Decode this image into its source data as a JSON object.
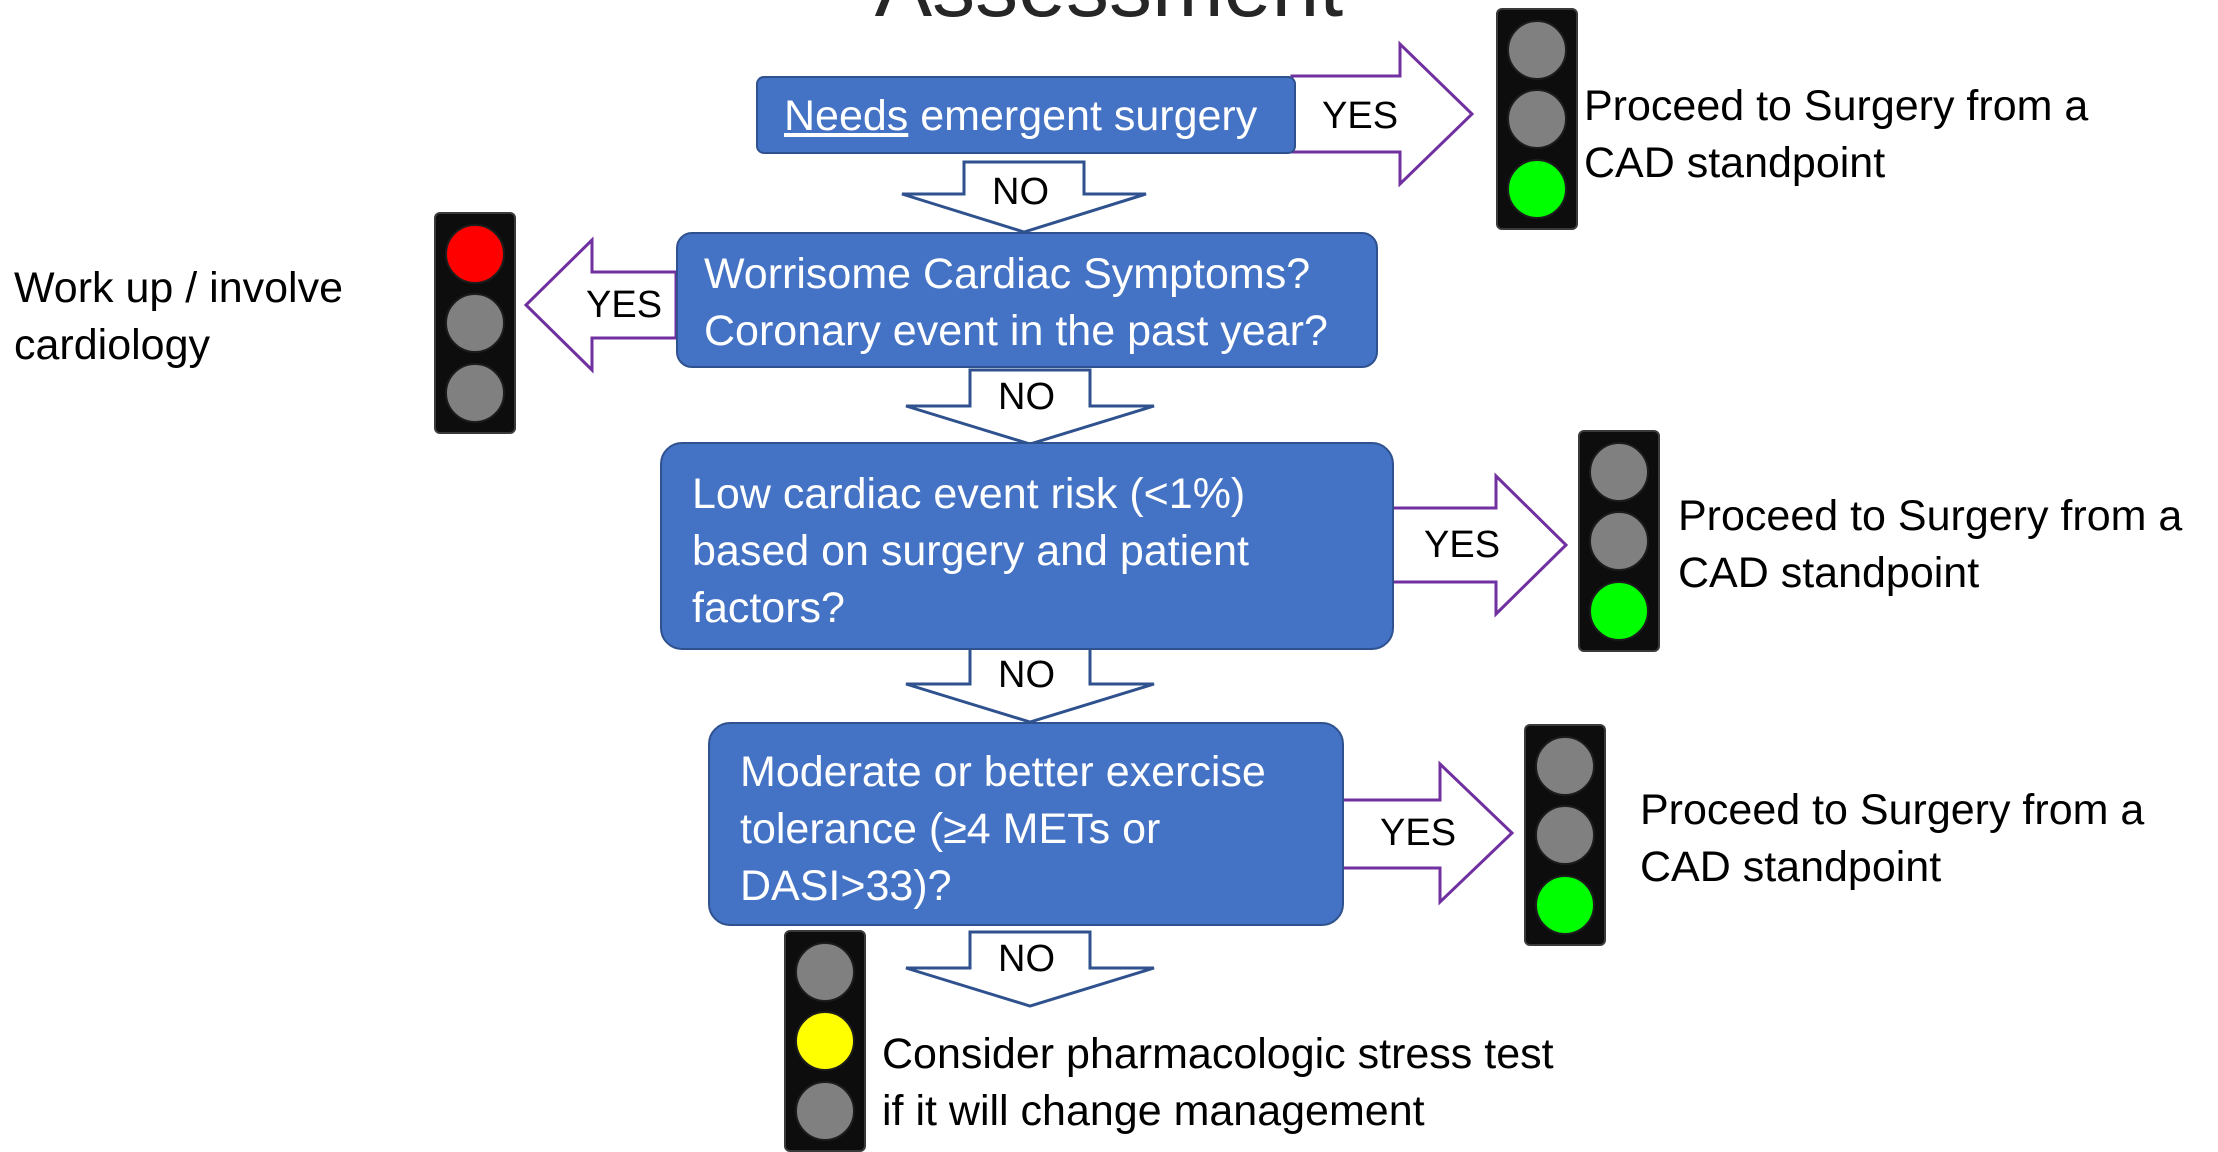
{
  "title": "Assessment",
  "colors": {
    "box_fill": "#4472c4",
    "box_border": "#2f528f",
    "yes_arrow_stroke": "#7030a0",
    "no_arrow_stroke": "#2f528f",
    "light_red": "#ff0000",
    "light_yellow": "#ffff00",
    "light_green": "#00ff00",
    "light_off": "#808080"
  },
  "steps": [
    {
      "lines": [
        "emergent surgery"
      ],
      "underlined_prefix": "Needs"
    },
    {
      "lines": [
        "Worrisome Cardiac Symptoms?",
        "Coronary event in the past year?"
      ]
    },
    {
      "lines": [
        "Low cardiac event risk (<1%)",
        "based on surgery and patient",
        "factors?"
      ]
    },
    {
      "lines": [
        "Moderate or better exercise",
        "tolerance (≥4 METs or",
        "DASI>33)?"
      ]
    }
  ],
  "yes_label": "YES",
  "no_label": "NO",
  "traffic_lights": [
    {
      "lit": "green",
      "bulbs": [
        "off",
        "off",
        "green"
      ]
    },
    {
      "lit": "red",
      "bulbs": [
        "red",
        "off",
        "off"
      ]
    },
    {
      "lit": "green",
      "bulbs": [
        "off",
        "off",
        "green"
      ]
    },
    {
      "lit": "green",
      "bulbs": [
        "off",
        "off",
        "green"
      ]
    },
    {
      "lit": "yellow",
      "bulbs": [
        "off",
        "yellow",
        "off"
      ]
    }
  ],
  "outcomes": [
    {
      "lines": [
        "Proceed to Surgery from a",
        "CAD standpoint"
      ]
    },
    {
      "lines": [
        "Work up / involve",
        "cardiology"
      ]
    },
    {
      "lines": [
        "Proceed to Surgery from a",
        "CAD standpoint"
      ]
    },
    {
      "lines": [
        "Proceed to Surgery from a",
        "CAD standpoint"
      ]
    },
    {
      "lines": [
        "Consider pharmacologic stress test",
        "if it will change management"
      ]
    }
  ]
}
